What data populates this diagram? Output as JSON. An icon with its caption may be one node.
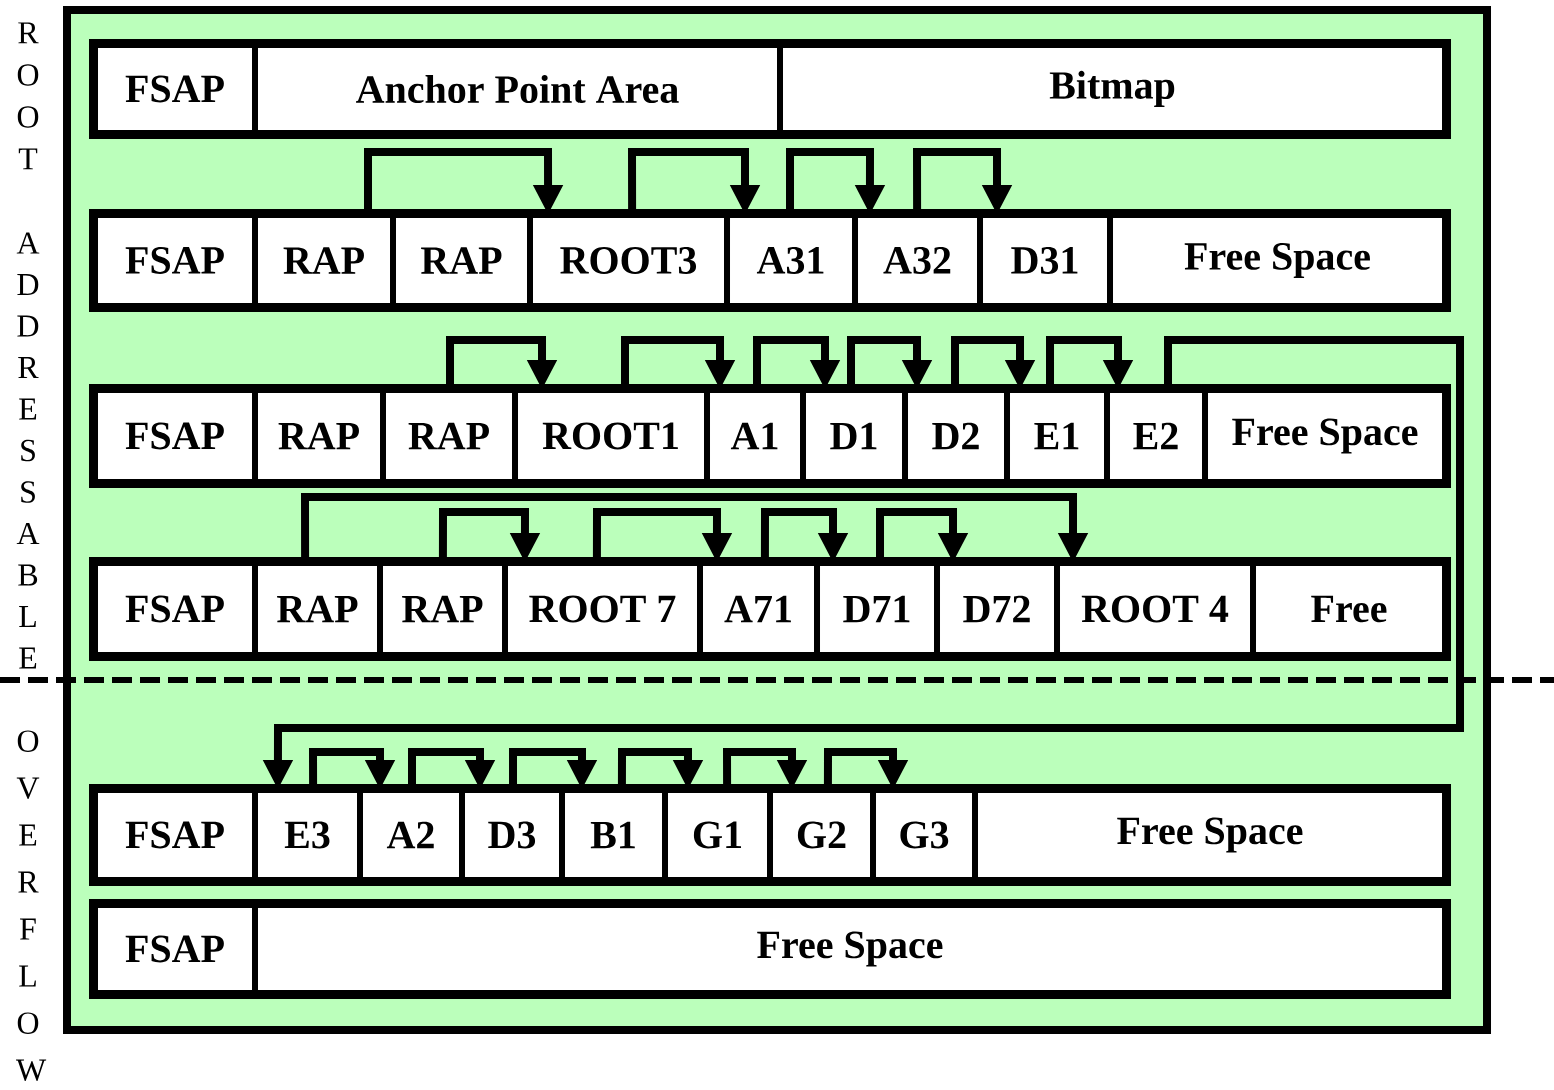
{
  "diagram": {
    "nodes": [
      {
        "text": [
          "FSAP"
        ]
      },
      {
        "text": [
          "Anchor Point Area"
        ]
      },
      {
        "text": [
          "Bitmap"
        ]
      },
      {
        "text": [
          "FSAP"
        ]
      },
      {
        "text": [
          "RAP"
        ]
      },
      {
        "text": [
          "RAP"
        ]
      },
      {
        "text": [
          "ROOT3"
        ]
      },
      {
        "text": [
          "A31"
        ]
      },
      {
        "text": [
          "A32"
        ]
      },
      {
        "text": [
          "D31"
        ]
      },
      {
        "text": [
          "Free Space"
        ]
      },
      {
        "text": [
          "FSAP"
        ]
      },
      {
        "text": [
          "RAP"
        ]
      },
      {
        "text": [
          "RAP"
        ]
      },
      {
        "text": [
          "ROOT1"
        ]
      },
      {
        "text": [
          "A1"
        ]
      },
      {
        "text": [
          "D1"
        ]
      },
      {
        "text": [
          "D2"
        ]
      },
      {
        "text": [
          "E1"
        ]
      },
      {
        "text": [
          "E2"
        ]
      },
      {
        "text": [
          "Free Space"
        ]
      },
      {
        "text": [
          "FSAP"
        ]
      },
      {
        "text": [
          "RAP"
        ]
      },
      {
        "text": [
          "RAP"
        ]
      },
      {
        "text": [
          "ROOT 7"
        ]
      },
      {
        "text": [
          "A71"
        ]
      },
      {
        "text": [
          "D71"
        ]
      },
      {
        "text": [
          "D72"
        ]
      },
      {
        "text": [
          "ROOT 4"
        ]
      },
      {
        "text": [
          "Free"
        ]
      },
      {
        "text": [
          "FSAP"
        ]
      },
      {
        "text": [
          "E3"
        ]
      },
      {
        "text": [
          "A2"
        ]
      },
      {
        "text": [
          "D3"
        ]
      },
      {
        "text": [
          "B1"
        ]
      },
      {
        "text": [
          "G1"
        ]
      },
      {
        "text": [
          "G2"
        ]
      },
      {
        "text": [
          "G3"
        ]
      },
      {
        "text": [
          "Free Space"
        ]
      },
      {
        "text": [
          "FSAP"
        ]
      },
      {
        "text": [
          "Free Space"
        ]
      }
    ],
    "edges": [
      {
        "from": 4,
        "to": 6,
        "arrow": "to"
      },
      {
        "from": 6,
        "to": 7,
        "arrow": "to"
      },
      {
        "from": 7,
        "to": 8,
        "arrow": "to"
      },
      {
        "from": 8,
        "to": 9,
        "arrow": "to"
      },
      {
        "from": 13,
        "to": 14,
        "arrow": "to"
      },
      {
        "from": 14,
        "to": 15,
        "arrow": "to"
      },
      {
        "from": 15,
        "to": 16,
        "arrow": "to"
      },
      {
        "from": 16,
        "to": 17,
        "arrow": "to"
      },
      {
        "from": 17,
        "to": 18,
        "arrow": "to"
      },
      {
        "from": 18,
        "to": 19,
        "arrow": "to"
      },
      {
        "from": 19,
        "to": 31,
        "arrow": "to"
      },
      {
        "from": 22,
        "to": 28,
        "arrow": "to"
      },
      {
        "from": 23,
        "to": 24,
        "arrow": "to"
      },
      {
        "from": 24,
        "to": 25,
        "arrow": "to"
      },
      {
        "from": 25,
        "to": 26,
        "arrow": "to"
      },
      {
        "from": 26,
        "to": 27,
        "arrow": "to"
      },
      {
        "from": 31,
        "to": 32,
        "arrow": "to"
      },
      {
        "from": 32,
        "to": 33,
        "arrow": "to"
      },
      {
        "from": 33,
        "to": 34,
        "arrow": "to"
      },
      {
        "from": 34,
        "to": 35,
        "arrow": "to"
      },
      {
        "from": 35,
        "to": 36,
        "arrow": "to"
      },
      {
        "from": 36,
        "to": 37,
        "arrow": "to"
      }
    ],
    "labels": [
      "ROOT",
      "ADDRESSABLE",
      "OVERFLOW"
    ]
  }
}
